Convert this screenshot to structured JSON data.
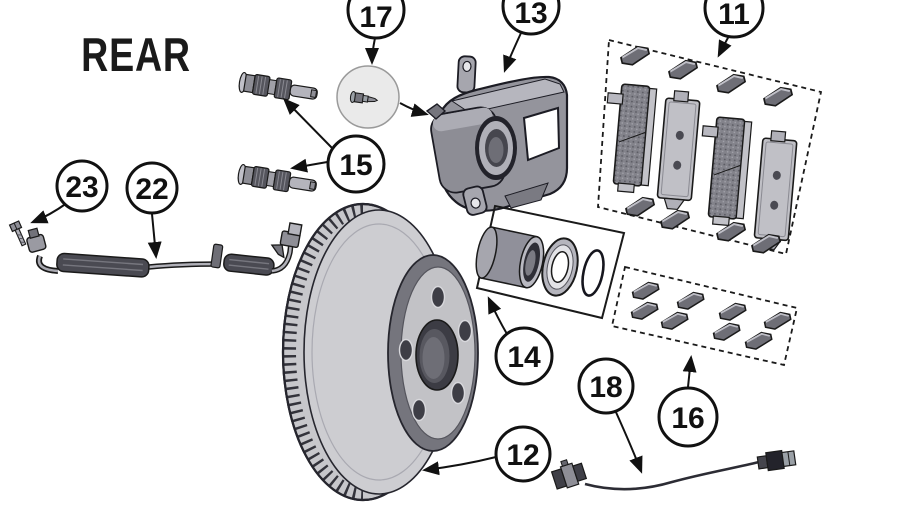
{
  "diagram": {
    "title_label": "REAR",
    "callouts": [
      {
        "number": "11"
      },
      {
        "number": "12"
      },
      {
        "number": "13"
      },
      {
        "number": "14"
      },
      {
        "number": "15"
      },
      {
        "number": "16"
      },
      {
        "number": "17"
      },
      {
        "number": "18"
      },
      {
        "number": "22"
      },
      {
        "number": "23"
      }
    ],
    "colors": {
      "background": "#ffffff",
      "line_art": "#1a1a1a",
      "metal_light": "#c9c9cd",
      "metal_mid": "#94949c",
      "metal_dark": "#4e4e56",
      "zoom_bubble": "#eaeaea"
    }
  }
}
